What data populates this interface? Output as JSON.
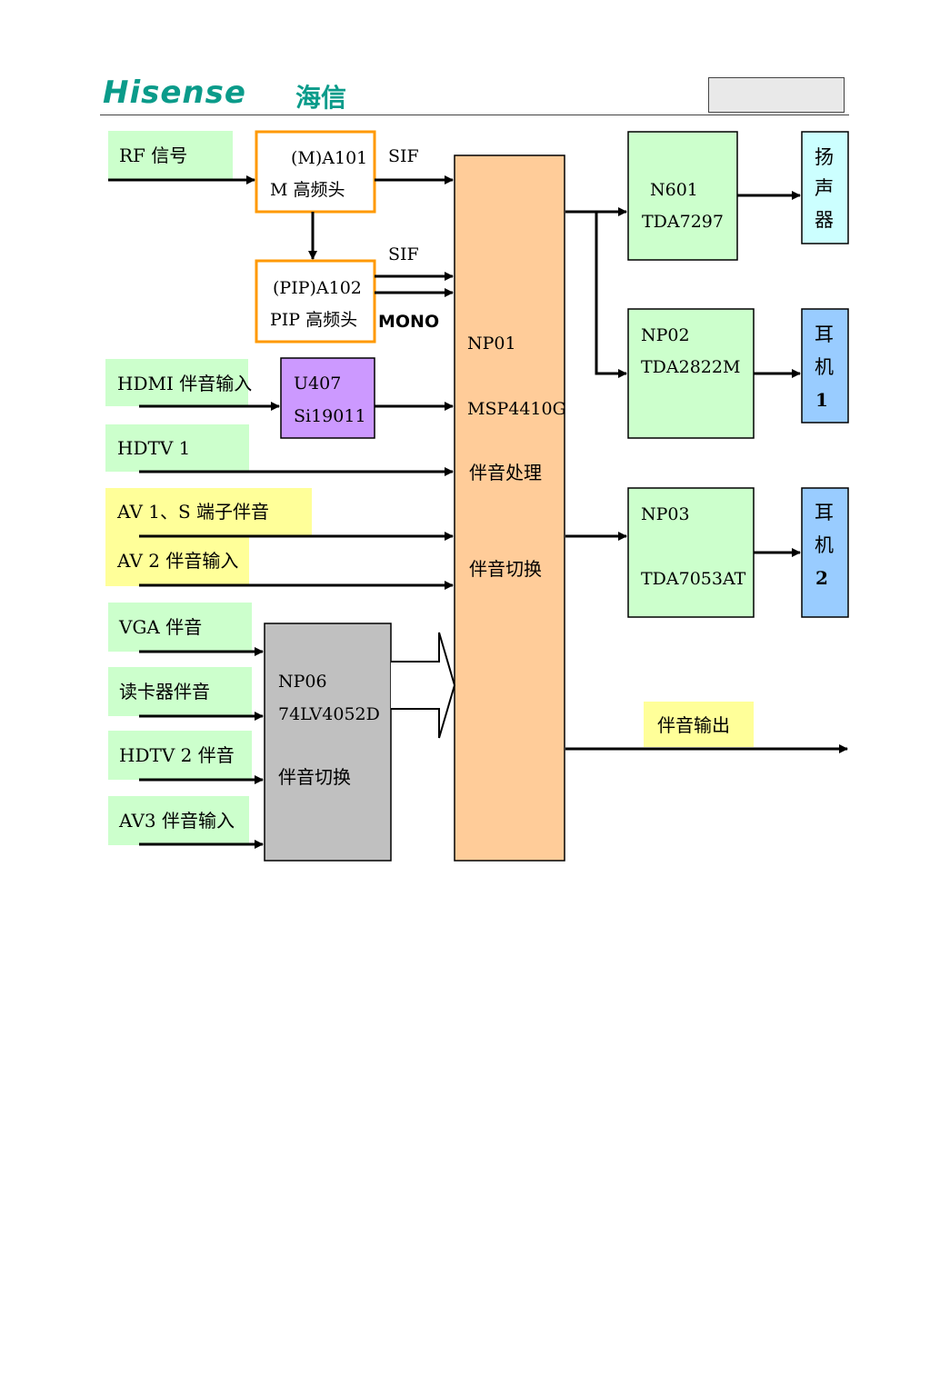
{
  "header": {
    "logo_en": "Hisense",
    "logo_cn": "海信"
  },
  "colors": {
    "green_box": "#ccffcc",
    "yellow_box": "#ffff99",
    "orange_frame": "#ff9900",
    "purple_box": "#cc99ff",
    "peach_box": "#ffcc99",
    "gray_box": "#c0c0c0",
    "blue_box": "#99ccff"
  },
  "diagram": {
    "inputs": {
      "rf": "RF 信号",
      "hdmi": "HDMI 伴音输入",
      "hdtv1": "HDTV 1",
      "av1": "AV 1、S 端子伴音",
      "av2": "AV 2 伴音输入",
      "vga": "VGA 伴音",
      "card": "读卡器伴音",
      "hdtv2": "HDTV 2 伴音",
      "av3": "AV3 伴音输入"
    },
    "tuner_main": {
      "line1": "(M)A101",
      "line2": "M 高频头"
    },
    "tuner_pip": {
      "line1": "(PIP)A102",
      "line2": "PIP 高频头"
    },
    "signal_labels": {
      "sif1": "SIF",
      "sif2": "SIF",
      "mono": "MONO"
    },
    "u407": {
      "line1": "U407",
      "line2": "Si19011"
    },
    "np01": {
      "line1": "NP01",
      "line2": "MSP4410G",
      "line3": "伴音处理",
      "line4": "伴音切换"
    },
    "np06": {
      "line1": "NP06",
      "line2": "74LV4052D",
      "line3": "伴音切换"
    },
    "n601": {
      "line1": "N601",
      "line2": "TDA7297"
    },
    "np02": {
      "line1": "NP02",
      "line2": "TDA2822M"
    },
    "np03": {
      "line1": "NP03",
      "line2": "TDA7053AT"
    },
    "speaker": {
      "c1": "扬",
      "c2": "声",
      "c3": "器"
    },
    "earphone1": {
      "c1": "耳",
      "c2": "机",
      "c3": "1"
    },
    "earphone2": {
      "c1": "耳",
      "c2": "机",
      "c3": "2"
    },
    "audio_out": "伴音输出"
  }
}
